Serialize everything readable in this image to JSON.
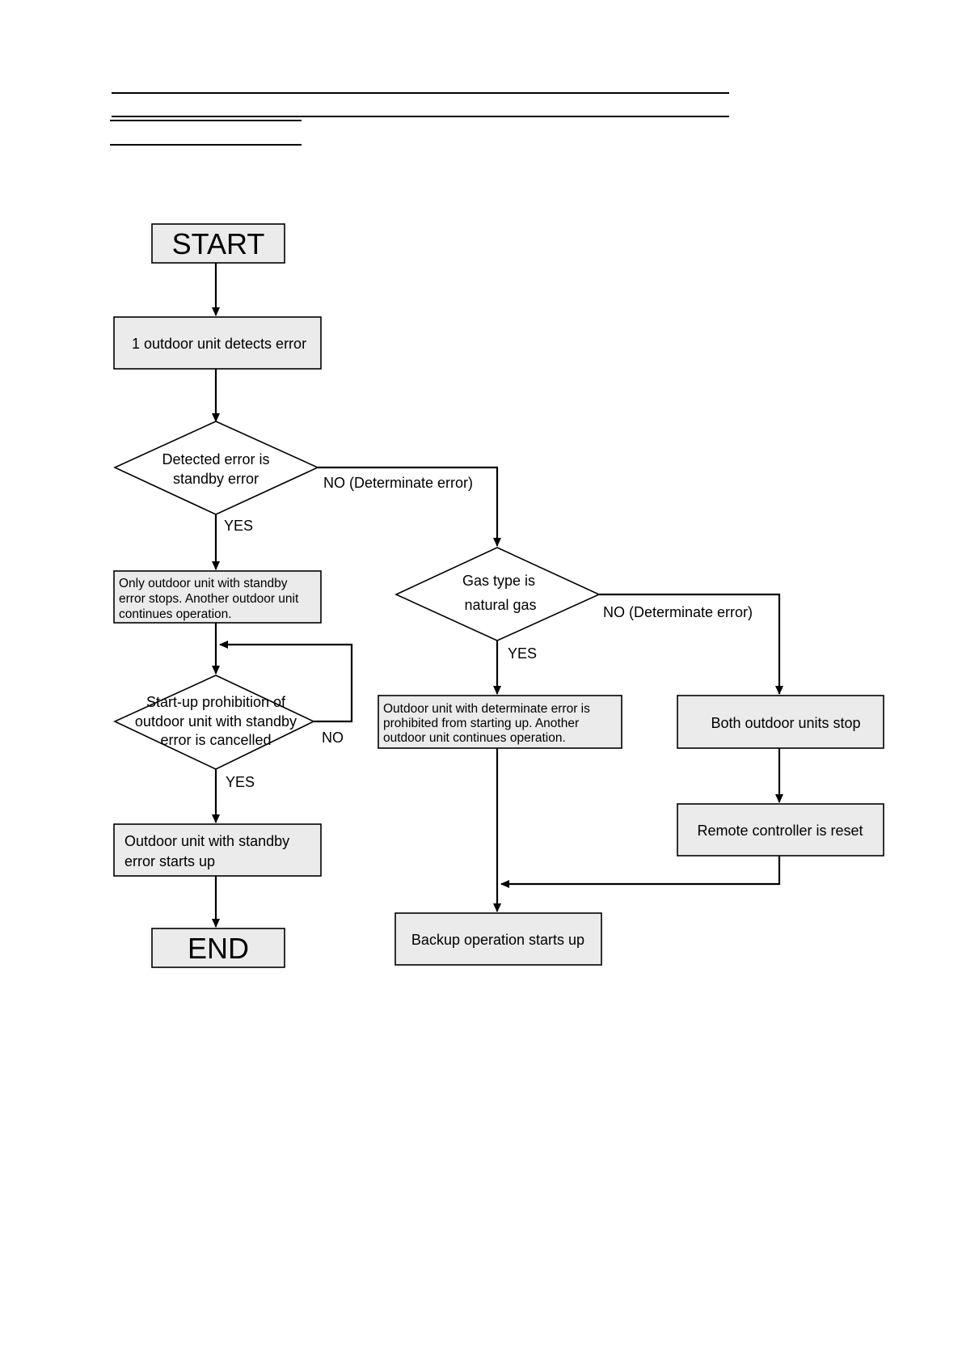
{
  "header": {
    "rules": [
      "top",
      "middle",
      "short-a",
      "short-b"
    ]
  },
  "flowchart": {
    "start": "START",
    "detect": "1 outdoor unit detects error",
    "decision_standby": [
      "Detected error is",
      "standby error"
    ],
    "no_determinate_1": "NO (Determinate error)",
    "yes_1": "YES",
    "only_stops": [
      "Only outdoor unit with standby",
      "error stops. Another outdoor unit",
      "continues operation."
    ],
    "decision_startup": [
      "Start-up prohibition of",
      "outdoor unit with standby",
      "error is cancelled"
    ],
    "no_loop": "NO",
    "yes_2": "YES",
    "starts_up": [
      "Outdoor unit with standby",
      "error starts up"
    ],
    "end": "END",
    "decision_gas": [
      "Gas type is",
      "natural gas"
    ],
    "no_determinate_2": "NO (Determinate error)",
    "yes_3": "YES",
    "prohibited": [
      "Outdoor unit with determinate error is",
      "prohibited from starting up. Another",
      "outdoor unit continues operation."
    ],
    "both_stop": "Both outdoor units stop",
    "remote_reset": "Remote controller is reset",
    "backup": "Backup operation starts up"
  }
}
